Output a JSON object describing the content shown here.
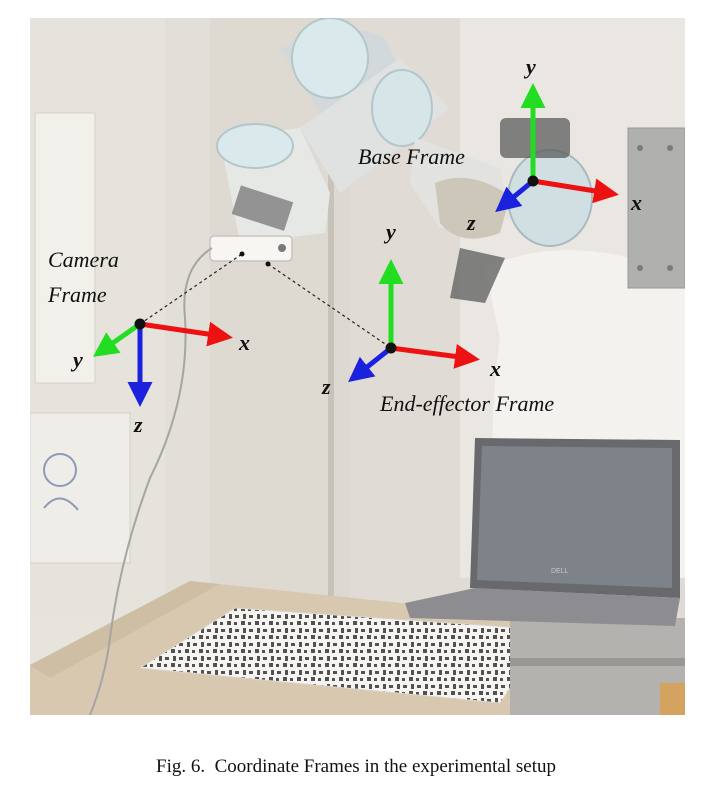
{
  "figure": {
    "frames": {
      "camera": {
        "label_line1": "Camera",
        "label_line2": "Frame",
        "x": "x",
        "y": "y",
        "z": "z"
      },
      "end_effector": {
        "label": "End-effector Frame",
        "x": "x",
        "y": "y",
        "z": "z"
      },
      "base": {
        "label": "Base Frame",
        "x": "x",
        "y": "y",
        "z": "z"
      }
    },
    "laptop_logo": "DELL",
    "axis_colors": {
      "x": "#ee1111",
      "y": "#22dd22",
      "z": "#1a22dd"
    }
  },
  "caption": "Fig. 6.  Coordinate Frames in the experimental setup"
}
